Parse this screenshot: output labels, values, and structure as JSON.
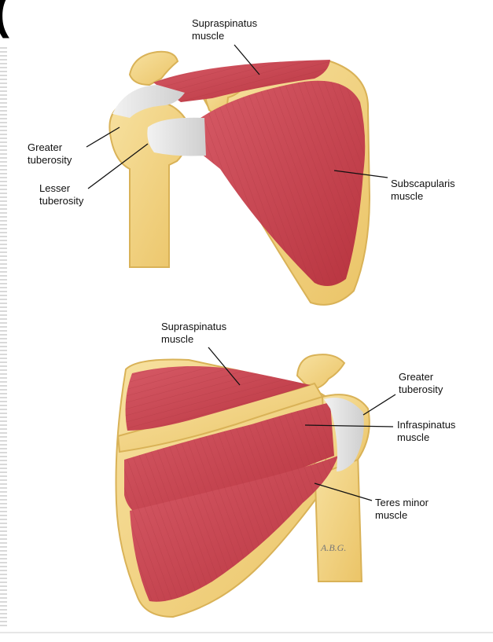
{
  "heading_fragment": "(",
  "anterior_view": {
    "supraspinatus": [
      "Supraspinatus",
      "muscle"
    ],
    "greater_tuberosity": [
      "Greater",
      "tuberosity"
    ],
    "lesser_tuberosity": [
      "Lesser",
      "tuberosity"
    ],
    "subscapularis": [
      "Subscapularis",
      "muscle"
    ]
  },
  "posterior_view": {
    "supraspinatus": [
      "Supraspinatus",
      "muscle"
    ],
    "greater_tuberosity": [
      "Greater",
      "tuberosity"
    ],
    "infraspinatus": [
      "Infraspinatus",
      "muscle"
    ],
    "teres_minor": [
      "Teres minor",
      "muscle"
    ]
  },
  "artist_signature": "A.B.G.",
  "colors": {
    "bone": "#f3d37f",
    "bone_outline": "#d9b257",
    "muscle": "#c9424f",
    "muscle_light": "#d9636c",
    "tendon": "#e3e3e3"
  }
}
